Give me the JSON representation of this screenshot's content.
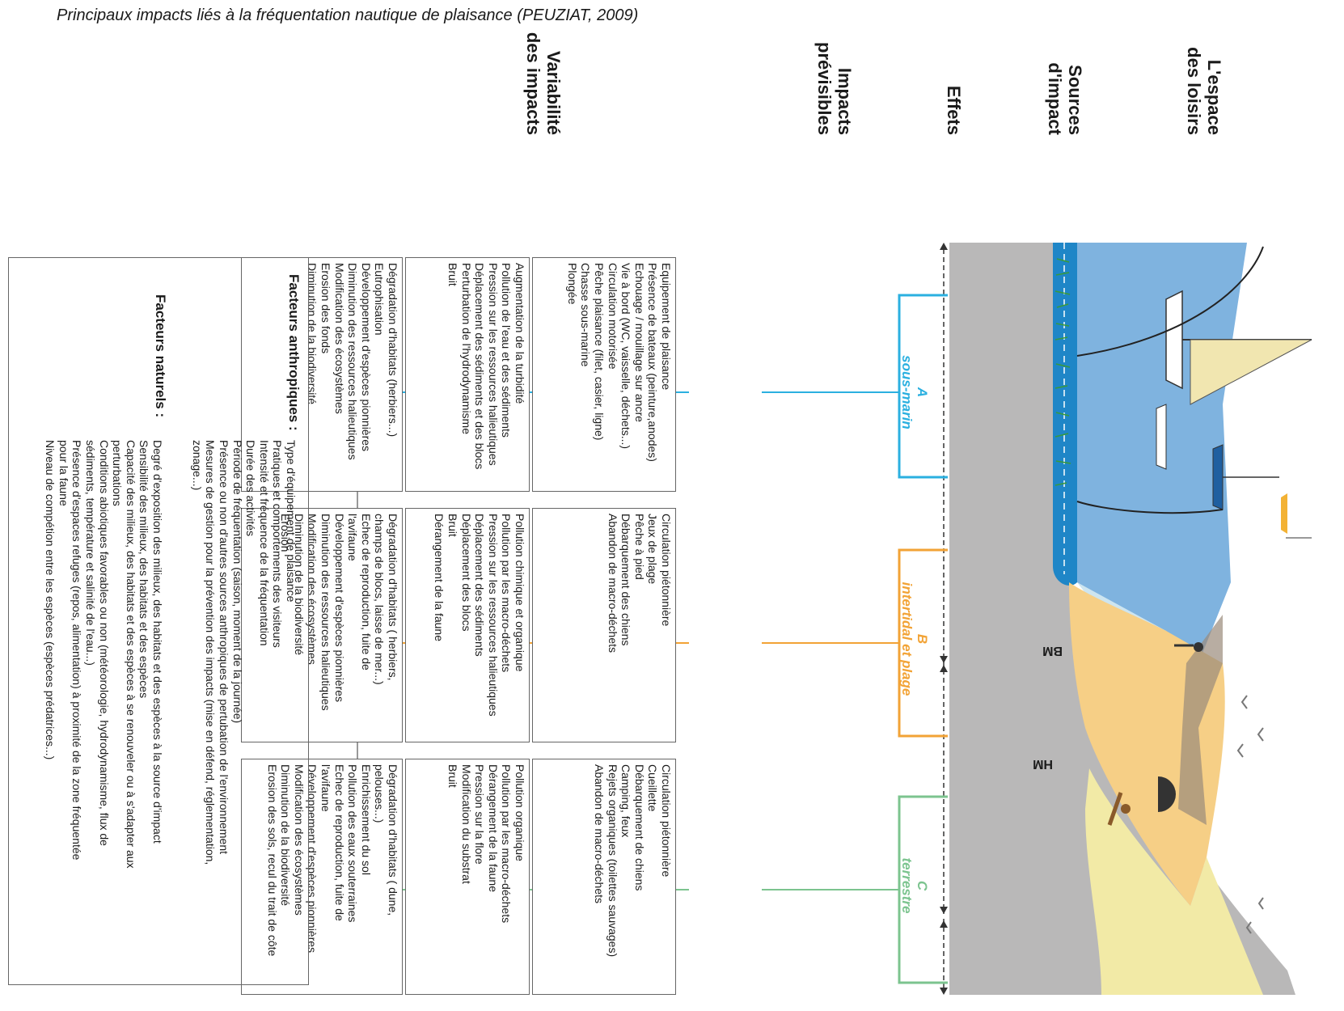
{
  "caption": "Principaux impacts liés à la fréquentation nautique de plaisance (PEUZIAT, 2009)",
  "row_labels": {
    "espace": "L'espace\ndes loisirs",
    "sources": "Sources\nd'impact",
    "effets": "Effets",
    "impacts": "Impacts\nprévisibles",
    "variabilite": "Variabilité\ndes impacts"
  },
  "scene_labels": {
    "bm": "BM",
    "hm": "HM"
  },
  "zones": [
    {
      "letter": "A",
      "name": "sous-marin",
      "color": "#2bb0e0",
      "sources": [
        "Equipement de plaisance",
        "Présence de bateaux (peinture,anodes)",
        "Echouage / mouillage sur ancre",
        "Vie à bord (WC, vaisselle, déchets...)",
        "Circulation motorisée",
        "Pêche plaisance (filet, casier, ligne)",
        "Chasse sous-marine",
        "Plongée"
      ],
      "effets": [
        "Augmentation de la turbidité",
        "Pollution de l'eau et des sédiments",
        "Pression sur les ressources halieutiques",
        "Déplacement des sédiments et des blocs",
        "Perturbation de l'hydrodynamisme",
        "Bruit"
      ],
      "impacts": [
        "Dégradation d'habitats (herbiers...)",
        "Eutrophisation",
        "Développement d'espèces pionnières",
        "Diminution des ressources halieutiques",
        "Modification des écosystèmes",
        "Erosion des fonds",
        "Diminution de la biodiversité"
      ]
    },
    {
      "letter": "B",
      "name": "intertidal et plage",
      "color": "#f2a336",
      "sources": [
        "Circulation piétonnière",
        "Jeux de plage",
        "Pêche à pied",
        "Débarquement des chiens",
        "Abandon de macro-déchets"
      ],
      "effets": [
        "Pollution chimique et organique",
        "Pollution par les macro-déchets",
        "Pression sur les ressources halieutiques",
        "Déplacement des sédiments",
        "Déplacement des blocs",
        "Bruit",
        "Dérangement de la faune"
      ],
      "impacts": [
        "Dégradation d'habitats ( herbiers,",
        "champs de blocs, laisse de mer...)",
        "Echec de reproduction, fuite de",
        "l'avifaune",
        "Développement d'espèces pionnières",
        "Diminution des ressources halieutiques",
        "Modification des écosystèmes",
        "Diminution de la biodiversité",
        "Erosion"
      ]
    },
    {
      "letter": "C",
      "name": "terrestre",
      "color": "#7cc48f",
      "sources": [
        "Circulation piétonnière",
        "Cueillette",
        "Débarquement de chiens",
        "Camping, feux",
        "Rejets organiques (toilettes sauvages)",
        "Abandon de macro-déchets"
      ],
      "effets": [
        "Pollution organique",
        "Pollution par les macro-déchets",
        "Dérangement de la faune",
        "Pression sur la flore",
        "Modification du substrat",
        "Bruit"
      ],
      "impacts": [
        "Dégradation d'habitats ( dune,",
        "pelouses...)",
        "Enrichissement du sol",
        "Pollution des eaux souterraines",
        "Echec de reproduction, fuite de",
        "l'avifaune",
        "Développement d'espèces pionnières",
        "Modification des écosystèmes",
        "Diminution de la biodiversité",
        "Erosion des sols, recul du trait de côte"
      ]
    }
  ],
  "facteurs_anthropiques": {
    "title": "Facteurs anthropiques :",
    "items": [
      "Type d'équipement de plaisance",
      "Pratiques et comportements des visiteurs",
      "Intensité et fréquence de la fréquentation",
      "Durée des activités",
      "Période de fréquentation (saison, moment de la journée)",
      "Présence ou non d'autres sources anthropiques de pertubation de l'environnement",
      "Mesures de gestion pour la prévention des impacts (mise en défend, réglementation,",
      "zonage...)"
    ]
  },
  "facteurs_naturels": {
    "title": "Facteurs naturels :",
    "items": [
      "Degré d'exposition des milieux, des habitats et des espèces à la source d'impact",
      "Sensibilité des milieux, des habitats et des espèces",
      "Capacité des milieux, des habitats et des espèces à se renouveler ou à s'adapter aux",
      "perturbations",
      "Conditions abiotiques favorables ou non (météorologie, hydrodynamisme, flux de",
      "sédiments, température et salinité de l'eau...)",
      "Présence d'espaces refuges (repos, alimentation) à proximité de la zone fréquentée",
      "pour la faune",
      "Niveau de compétion entre les espèces (espèces prédatrices...)"
    ]
  },
  "colors": {
    "sea": "#7fb3df",
    "deep_water": "#1f86c7",
    "sand": "#f6cf86",
    "dune": "#f2eaa6",
    "ground": "#b9b8b8",
    "arrow": "#777777"
  }
}
